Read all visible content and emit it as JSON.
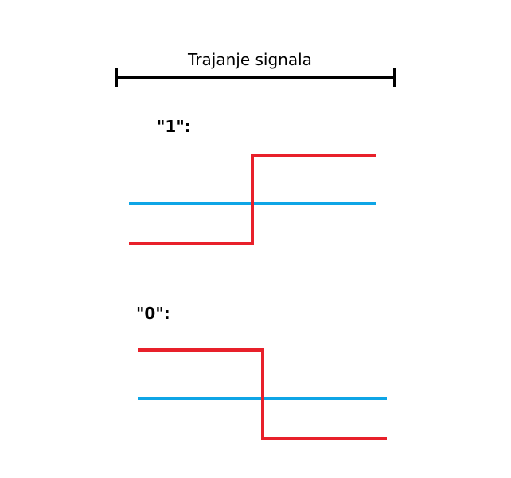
{
  "duration": {
    "label": "Trajanje signala",
    "color": "#000000"
  },
  "bit_one": {
    "label": "\"1\":"
  },
  "bit_zero": {
    "label": "\"0\":"
  },
  "colors": {
    "baseline": "#0ea5e6",
    "signal": "#e8202a",
    "text": "#000000"
  }
}
